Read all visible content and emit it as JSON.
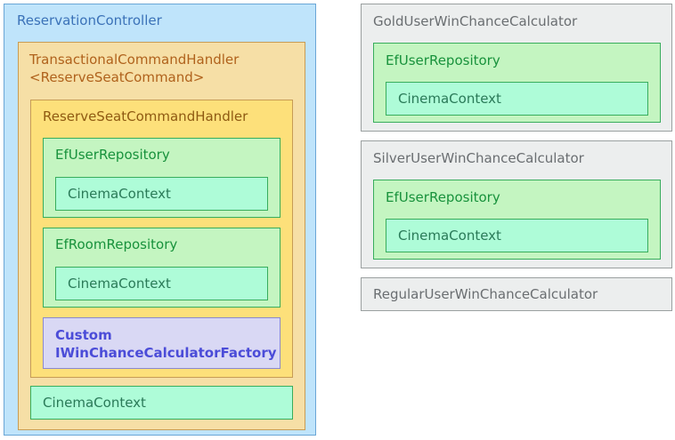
{
  "left": {
    "reservation_controller": "ReservationController",
    "transactional_handler_line1": "TransactionalCommandHandler",
    "transactional_handler_line2": "<ReserveSeatCommand>",
    "reserve_seat_handler": "ReserveSeatCommandHandler",
    "user_repository": "EfUserRepository",
    "user_repository_context": "CinemaContext",
    "room_repository": "EfRoomRepository",
    "room_repository_context": "CinemaContext",
    "factory_line1": "Custom",
    "factory_line2": "IWinChanceCalculatorFactory",
    "transactional_context": "CinemaContext"
  },
  "right": {
    "gold_calculator": "GoldUserWinChanceCalculator",
    "gold_repository": "EfUserRepository",
    "gold_context": "CinemaContext",
    "silver_calculator": "SilverUserWinChanceCalculator",
    "silver_repository": "EfUserRepository",
    "silver_context": "CinemaContext",
    "regular_calculator": "RegularUserWinChanceCalculator"
  }
}
